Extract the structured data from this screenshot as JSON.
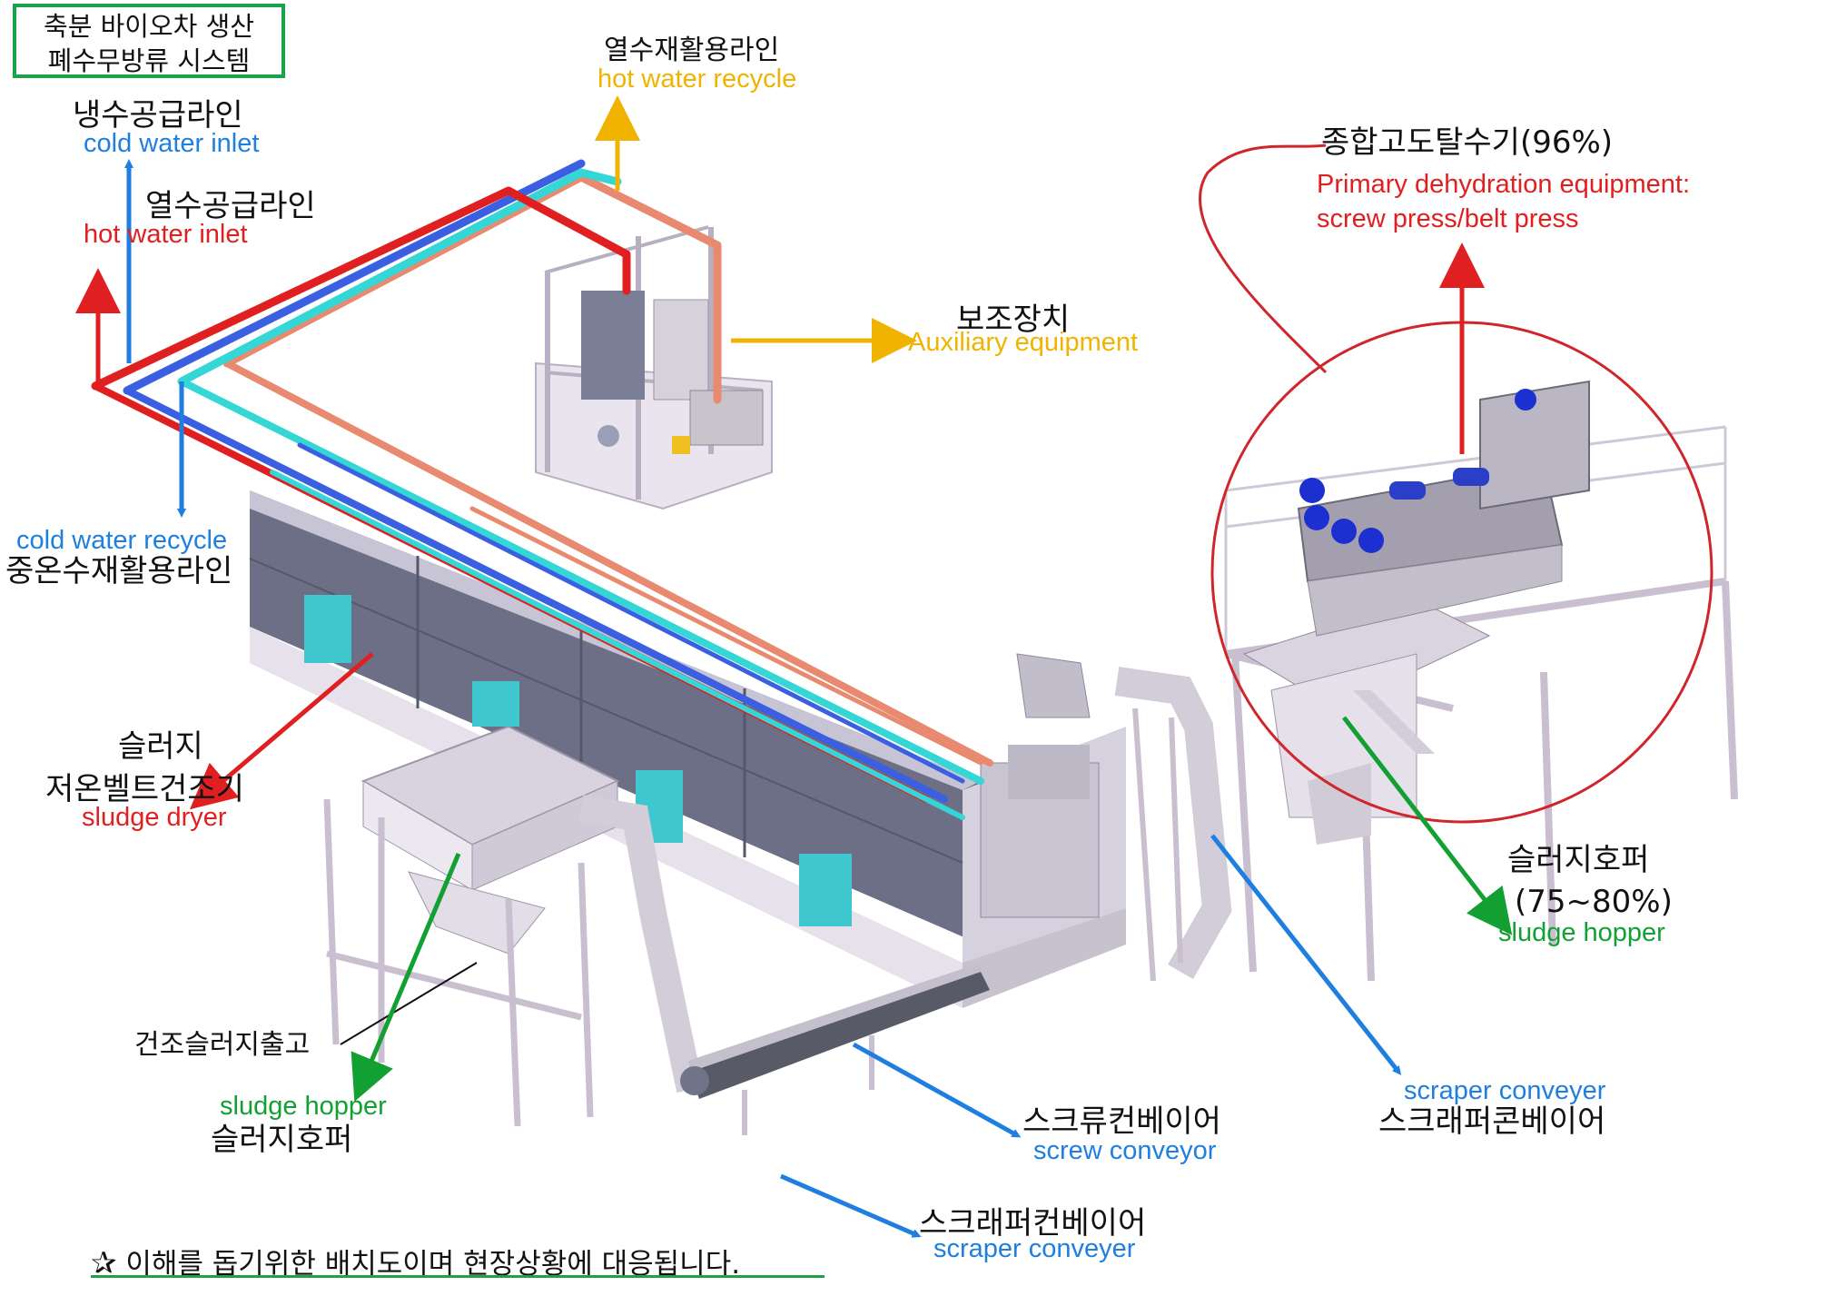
{
  "title": {
    "line1": "축분 바이오차 생산",
    "line2": "폐수무방류 시스템"
  },
  "labels": {
    "hot_water_recycle_ko": "열수재활용라인",
    "hot_water_recycle_en": "hot water recycle",
    "cold_water_inlet_ko": "냉수공급라인",
    "cold_water_inlet_en": "cold water inlet",
    "hot_water_inlet_ko": "열수공급라인",
    "hot_water_inlet_en": "hot water inlet",
    "auxiliary_ko": "보조장치",
    "auxiliary_en": "Auxiliary equipment",
    "dehydration_ko": "종합고도탈수기(96%)",
    "dehydration_en_1": "Primary dehydration equipment:",
    "dehydration_en_2": "screw press/belt press",
    "cold_water_recycle_en": "cold water recycle",
    "cold_water_recycle_ko": "중온수재활용라인",
    "sludge_dryer_ko_1": "슬러지",
    "sludge_dryer_ko_2": "저온벨트건조기",
    "sludge_dryer_en": "sludge dryer",
    "dry_sludge_out_ko": "건조슬러지출고",
    "sludge_hopper_left_en": "sludge hopper",
    "sludge_hopper_left_ko": "슬러지호퍼",
    "sludge_hopper_right_ko": "슬러지호퍼",
    "sludge_hopper_right_pct": "(75~80%)",
    "sludge_hopper_right_en": "sludge hopper",
    "scraper_conveyer_en": "scraper conveyer",
    "scraper_conveyer_ko": "스크래퍼콘베이어",
    "screw_conveyor_ko": "스크류컨베이어",
    "screw_conveyor_en": "screw conveyor",
    "scraper_conveyer_bottom_ko": "스크래퍼컨베이어",
    "scraper_conveyer_bottom_en": "scraper conveyer"
  },
  "note": {
    "star": "✰",
    "text": "이해를 돕기위한 배치도이며 현장상황에 대응됩니다."
  },
  "colors": {
    "cold_pipe": "#3a5fe0",
    "hot_pipe": "#e02020",
    "recycle_cyan": "#35d6d6",
    "hot_recycle": "#e88a70",
    "arrow_blue": "#1f7fe0",
    "arrow_red": "#e02020",
    "arrow_orange": "#f0b400",
    "arrow_green": "#12a032",
    "frame": "#c9bfd0",
    "panel": "#8f90a6",
    "box": "#3fc7cf",
    "motor": "#1c2fd0"
  }
}
